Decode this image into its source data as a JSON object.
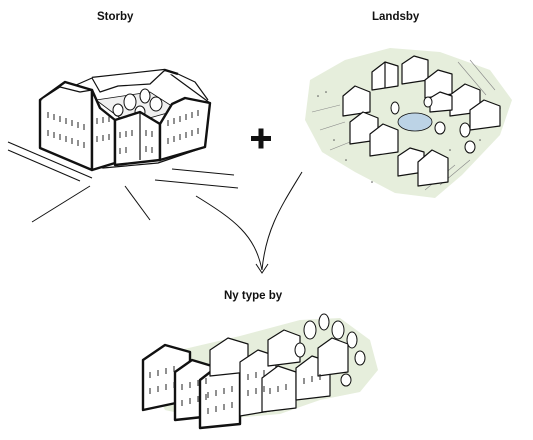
{
  "labels": {
    "storby": "Storby",
    "landsby": "Landsby",
    "ny_type_by": "Ny type by"
  },
  "symbols": {
    "plus": "+"
  },
  "colors": {
    "ink": "#111111",
    "greenery": "#e6eedc",
    "pond": "#bcd3e6",
    "background": "#ffffff"
  }
}
